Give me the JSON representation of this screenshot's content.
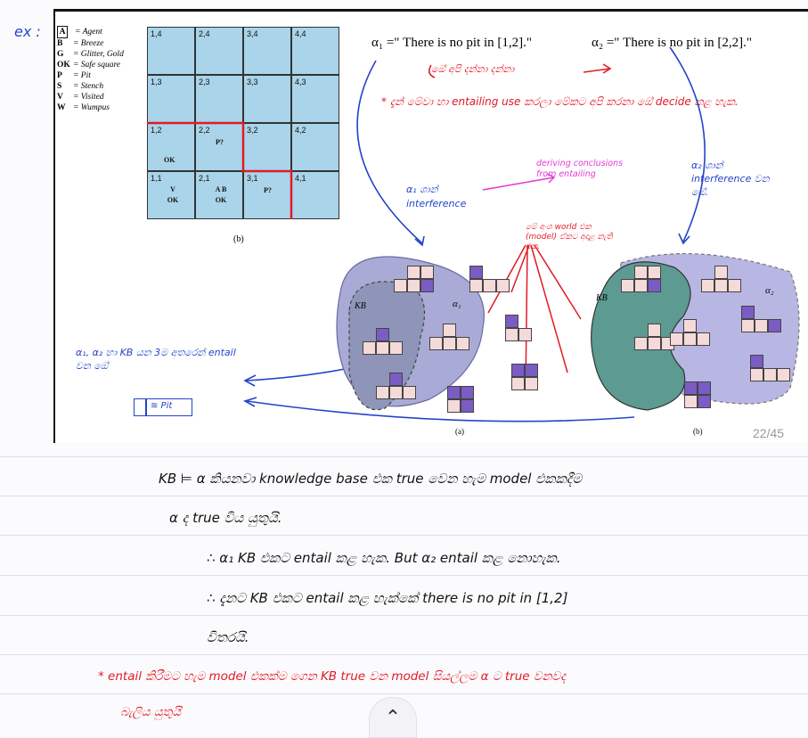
{
  "ex_label": "ex :",
  "legend": [
    {
      "key": "A",
      "desc": "= Agent"
    },
    {
      "key": "B",
      "desc": "= Breeze"
    },
    {
      "key": "G",
      "desc": "= Glitter, Gold"
    },
    {
      "key": "OK",
      "desc": "= Safe square"
    },
    {
      "key": "P",
      "desc": "= Pit"
    },
    {
      "key": "S",
      "desc": "= Stench"
    },
    {
      "key": "V",
      "desc": "= Visited"
    },
    {
      "key": "W",
      "desc": "= Wumpus"
    }
  ],
  "grid": {
    "caption": "(b)",
    "rows": [
      [
        {
          "c": "1,4",
          "t": ""
        },
        {
          "c": "2,4",
          "t": ""
        },
        {
          "c": "3,4",
          "t": ""
        },
        {
          "c": "4,4",
          "t": ""
        }
      ],
      [
        {
          "c": "1,3",
          "t": ""
        },
        {
          "c": "2,3",
          "t": ""
        },
        {
          "c": "3,3",
          "t": ""
        },
        {
          "c": "4,3",
          "t": ""
        }
      ],
      [
        {
          "c": "1,2",
          "t": "OK"
        },
        {
          "c": "2,2",
          "t": "P?"
        },
        {
          "c": "3,2",
          "t": ""
        },
        {
          "c": "4,2",
          "t": ""
        }
      ],
      [
        {
          "c": "1,1",
          "t": "V OK"
        },
        {
          "c": "2,1",
          "t": "A B OK"
        },
        {
          "c": "3,1",
          "t": "P?"
        },
        {
          "c": "4,1",
          "t": ""
        }
      ]
    ]
  },
  "alpha1_text": "α₁ =\" There is no pit in [1,2].\"",
  "alpha2_text": "α₂ =\" There is no pit in [2,2].\"",
  "hw_top_note": "ඔේ අපි දන්නා දන්නා",
  "hw_red_note": "* දැන් මේවා හා entailing use කරලා මේකට අපි කරනා ඔේ decide කළ හැක.",
  "hw_deriving": "deriving conclusions from entailing",
  "hw_a1_inf": "α₁ ශාන් interference",
  "hw_a2_inf": "α₂ ශාන් interference වන ඔේ.",
  "hw_world_note": "මේ අංශ world එක (model) ඒකට අදාළ නැති එක.",
  "hw_left_note": "α₁, α₂ හා KB යන 3ම අතරෙන් entail වන ඔේ",
  "hw_pit_box": "≋ Pit",
  "diagram": {
    "kb_label": "KB",
    "a1_label": "α₁",
    "a2_label": "α₂",
    "sub_a": "(a)",
    "sub_b": "(b)"
  },
  "page_number": "22/45",
  "notes": {
    "line1": "KB ⊨ α කියනවා knowledge base එක true වෙන හැම model එකකදීම",
    "line2": "α ද true විය යුතුයි.",
    "line3": "∴ α₁ KB එකට entail කළ හැක. But α₂ entail කළ නොහැක.",
    "line4": "∴ දැනට KB එකට entail කළ හැක්කේ there is no pit in [1,2]",
    "line5": "විතරයි.",
    "red1": "* entail කිරීමට හැම model එකක්ම ගෙන KB true වන model සියල්ලම α ට true වනවද",
    "red2": "බැලිය යුතුයි"
  },
  "colors": {
    "pen_blue": "#2444c9",
    "pen_red": "#e21a25",
    "pen_pink": "#e23ad6",
    "grid_blue": "#a9d4e9",
    "model_purple": "#7b5cc4"
  }
}
